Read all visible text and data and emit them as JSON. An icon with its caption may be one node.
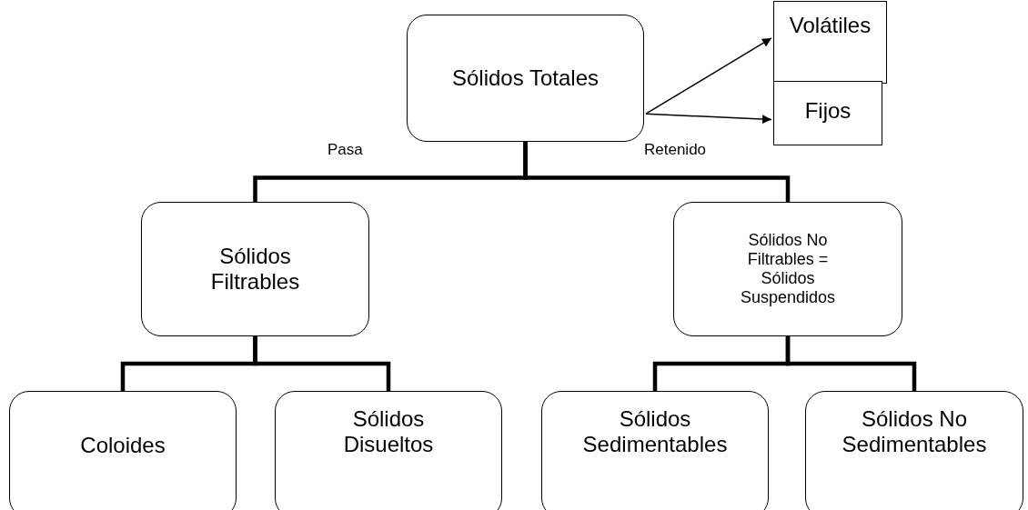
{
  "diagram": {
    "nodes": [
      {
        "text": [
          "Sólidos Totales"
        ]
      },
      {
        "text": [
          "Volátiles"
        ]
      },
      {
        "text": [
          "Fijos"
        ]
      },
      {
        "text": [
          "Sólidos Filtrables"
        ]
      },
      {
        "text": [
          "Sólidos No Filtrables = Sólidos Suspendidos"
        ]
      },
      {
        "text": [
          "Coloides"
        ]
      },
      {
        "text": [
          "Sólidos Disueltos"
        ]
      },
      {
        "text": [
          "Sólidos Sedimentables"
        ]
      },
      {
        "text": [
          "Sólidos No Sedimentables"
        ]
      }
    ],
    "edges": [
      {
        "from": 0,
        "to": 1,
        "arrow": "to"
      },
      {
        "from": 0,
        "to": 2,
        "arrow": "to"
      },
      {
        "from": 0,
        "to": 3,
        "arrow": "none",
        "label": "Pasa"
      },
      {
        "from": 0,
        "to": 4,
        "arrow": "none",
        "label": "Retenido"
      },
      {
        "from": 3,
        "to": 5,
        "arrow": "none"
      },
      {
        "from": 3,
        "to": 6,
        "arrow": "none"
      },
      {
        "from": 4,
        "to": 7,
        "arrow": "none"
      },
      {
        "from": 4,
        "to": 8,
        "arrow": "none"
      }
    ]
  }
}
